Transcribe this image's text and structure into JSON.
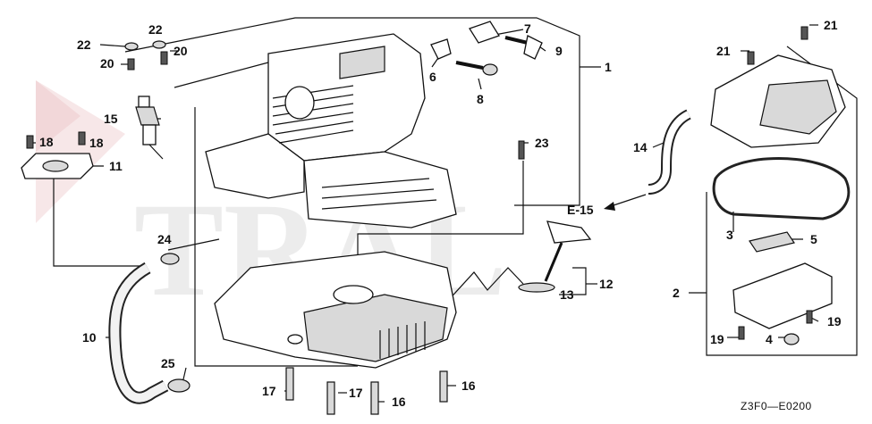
{
  "diagram": {
    "code": "Z3F0—E0200",
    "callouts": {
      "c1": "1",
      "c2": "2",
      "c3": "3",
      "c4": "4",
      "c5": "5",
      "c6": "6",
      "c7": "7",
      "c8": "8",
      "c9": "9",
      "c10": "10",
      "c11": "11",
      "c12": "12",
      "c13": "13",
      "c14": "14",
      "c15": "15",
      "c16a": "16",
      "c16b": "16",
      "c17a": "17",
      "c17b": "17",
      "c18a": "18",
      "c18b": "18",
      "c19a": "19",
      "c19b": "19",
      "c20a": "20",
      "c20b": "20",
      "c21a": "21",
      "c21b": "21",
      "c22a": "22",
      "c22b": "22",
      "c23": "23",
      "c24": "24",
      "c25": "25",
      "ref": "E-15"
    }
  }
}
